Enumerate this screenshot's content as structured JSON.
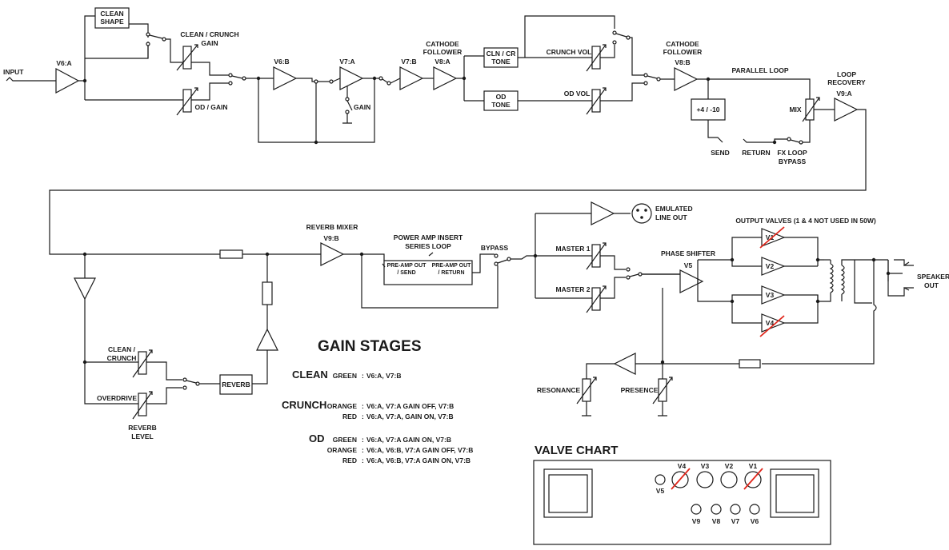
{
  "labels": {
    "input": "INPUT",
    "v6a": "V6:A",
    "clean_shape": [
      "CLEAN",
      "SHAPE"
    ],
    "clean_crunch_gain": [
      "CLEAN / CRUNCH",
      "GAIN"
    ],
    "od_gain": "OD / GAIN",
    "v6b": "V6:B",
    "v7a": "V7:A",
    "gain": "GAIN",
    "v7b": "V7:B",
    "cathode_follower_1": [
      "CATHODE",
      "FOLLOWER"
    ],
    "v8a": "V8:A",
    "cln_cr_tone": [
      "CLN / CR",
      "TONE"
    ],
    "od_tone": [
      "OD",
      "TONE"
    ],
    "crunch_vol": "CRUNCH VOL",
    "od_vol": "OD VOL",
    "cathode_follower_2": [
      "CATHODE",
      "FOLLOWER"
    ],
    "v8b": "V8:B",
    "parallel_loop": "PARALLEL LOOP",
    "loop_recovery": [
      "LOOP",
      "RECOVERY"
    ],
    "v9a": "V9:A",
    "plus4_minus10": "+4 / -10",
    "mix": "MIX",
    "send": "SEND",
    "return": "RETURN",
    "fx_loop_bypass": [
      "FX LOOP",
      "BYPASS"
    ],
    "reverb_mixer": "REVERB MIXER",
    "v9b": "V9:B",
    "power_amp_insert": [
      "POWER AMP INSERT",
      "SERIES LOOP"
    ],
    "pre_amp_out_send": [
      "PRE-AMP OUT",
      "/ SEND"
    ],
    "pre_amp_out_return": [
      "PRE-AMP OUT",
      "/ RETURN"
    ],
    "bypass": "BYPASS",
    "emulated_line_out": [
      "EMULATED",
      "LINE OUT"
    ],
    "output_valves": "OUTPUT VALVES (1 & 4 NOT USED IN 50W)",
    "master_1": "MASTER 1",
    "master_2": "MASTER 2",
    "phase_shifter": "PHASE SHIFTER",
    "v5": "V5",
    "v1": "V1",
    "v2": "V2",
    "v3": "V3",
    "v4": "V4",
    "speaker_out": [
      "SPEAKER",
      "OUT"
    ],
    "clean_crunch": [
      "CLEAN /",
      "CRUNCH"
    ],
    "overdrive": "OVERDRIVE",
    "reverb": "REVERB",
    "reverb_level": [
      "REVERB",
      "LEVEL"
    ],
    "resonance": "RESONANCE",
    "presence": "PRESENCE"
  },
  "gain_stages": {
    "title": "GAIN STAGES",
    "groups": [
      {
        "name": "CLEAN",
        "rows": [
          {
            "color": "GREEN",
            "stages": "V6:A, V7:B"
          }
        ]
      },
      {
        "name": "CRUNCH",
        "rows": [
          {
            "color": "ORANGE",
            "stages": "V6:A, V7:A GAIN OFF, V7:B"
          },
          {
            "color": "RED",
            "stages": "V6:A, V7:A, GAIN ON, V7:B"
          }
        ]
      },
      {
        "name": "OD",
        "rows": [
          {
            "color": "GREEN",
            "stages": "V6:A, V7:A GAIN ON, V7:B"
          },
          {
            "color": "ORANGE",
            "stages": "V6:A, V6:B, V7:A GAIN OFF, V7:B"
          },
          {
            "color": "RED",
            "stages": "V6:A, V6:B, V7:A GAIN ON, V7:B"
          }
        ]
      }
    ]
  },
  "valve_chart": {
    "title": "VALVE CHART",
    "valves": [
      "V4",
      "V3",
      "V2",
      "V1",
      "V5",
      "V9",
      "V8",
      "V7",
      "V6"
    ],
    "crossed": [
      "V1",
      "V4"
    ]
  },
  "colors": {
    "ink": "#1a1a1a",
    "cross": "#e0261b"
  }
}
